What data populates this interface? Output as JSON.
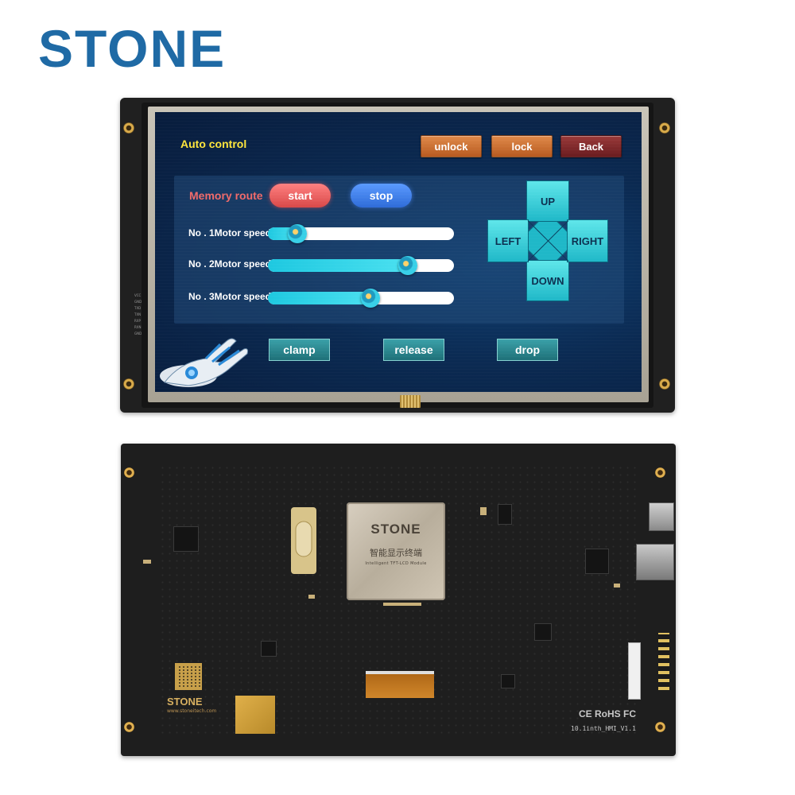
{
  "brand": "STONE",
  "screen": {
    "title": "Auto control",
    "top_buttons": {
      "unlock": "unlock",
      "lock": "lock",
      "back": "Back"
    },
    "memory_route": {
      "label": "Memory route",
      "start": "start",
      "stop": "stop"
    },
    "motors": [
      {
        "label": "No . 1Motor speed",
        "value": 0.16
      },
      {
        "label": "No . 2Motor speed",
        "value": 0.75
      },
      {
        "label": "No . 3Motor speed",
        "value": 0.55
      }
    ],
    "dpad": {
      "up": "UP",
      "down": "DOWN",
      "left": "LEFT",
      "right": "RIGHT"
    },
    "actions": {
      "clamp": "clamp",
      "release": "release",
      "drop": "drop"
    }
  },
  "front_pins": [
    "VCC",
    "GND",
    "TXD",
    "TXN",
    "RXP",
    "RXN",
    "GND"
  ],
  "pcb": {
    "module_brand": "STONE",
    "module_cn": "智能显示终端",
    "module_en": "Intelligent TFT-LCD Module",
    "silk_brand": "STONE",
    "silk_url": "www.stoneitech.com",
    "certifications": "CE RoHS FC",
    "model": "10.1inth_HMI_V1.1"
  },
  "colors": {
    "brand": "#1f6aa5",
    "title": "#ffe63c",
    "memory_label": "#f06a6a",
    "dpad": "#3fd4dc",
    "slider_fill": "#1ec8e0"
  }
}
